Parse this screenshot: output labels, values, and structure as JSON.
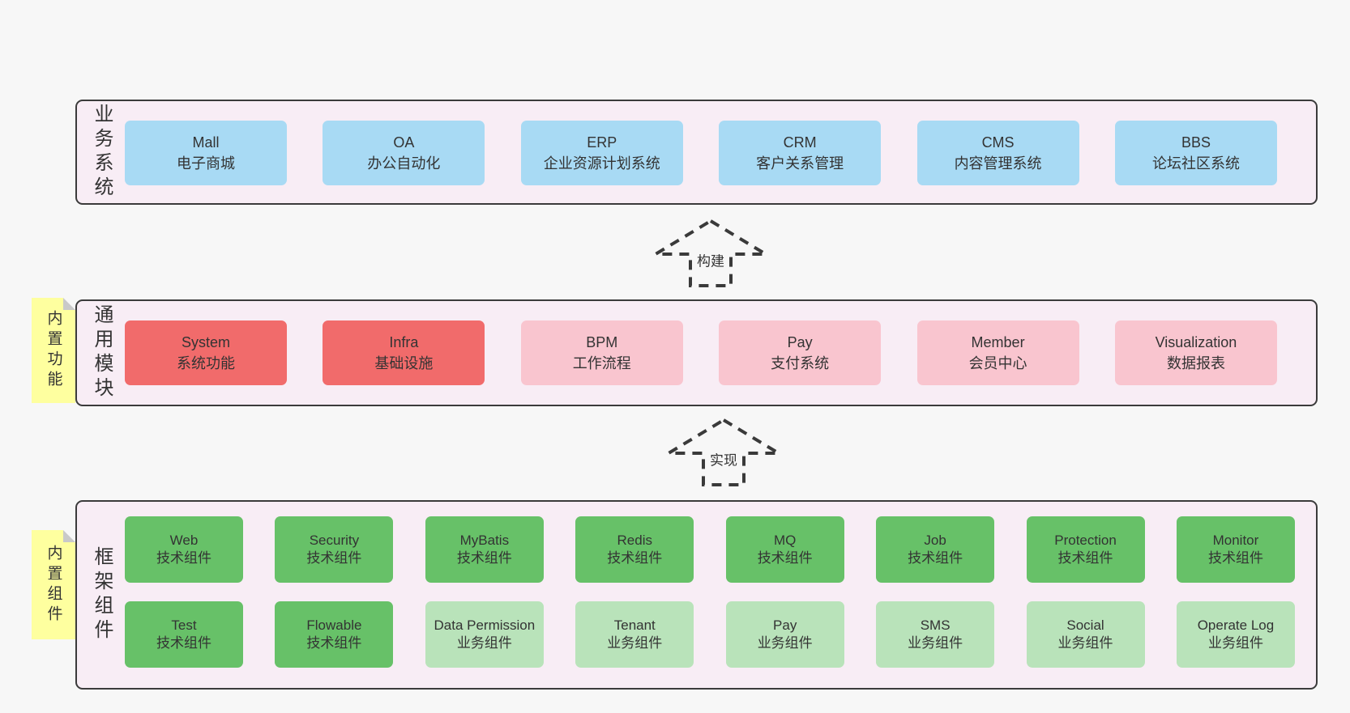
{
  "colors": {
    "page_bg": "#f7f7f7",
    "container_bg": "#f8edf5",
    "container_border": "#3b3b3b",
    "blue_box": "#a8daf4",
    "red_box": "#f16b6b",
    "pink_box": "#f9c5cf",
    "green_box": "#67c168",
    "light_green_box": "#b9e3ba",
    "sticky_yellow": "#feff9f",
    "sticky_fold": "#c9c9c9",
    "text": "#333333"
  },
  "business": {
    "label": "业务系统",
    "boxes": [
      {
        "name": "Mall",
        "sub": "电子商城"
      },
      {
        "name": "OA",
        "sub": "办公自动化"
      },
      {
        "name": "ERP",
        "sub": "企业资源计划系统"
      },
      {
        "name": "CRM",
        "sub": "客户关系管理"
      },
      {
        "name": "CMS",
        "sub": "内容管理系统"
      },
      {
        "name": "BBS",
        "sub": "论坛社区系统"
      }
    ]
  },
  "arrows": {
    "build": {
      "label": "构建"
    },
    "implement": {
      "label": "实现"
    }
  },
  "modules": {
    "label": "通用模块",
    "sticky": "内置功能",
    "boxes": [
      {
        "name": "System",
        "sub": "系统功能"
      },
      {
        "name": "Infra",
        "sub": "基础设施"
      },
      {
        "name": "BPM",
        "sub": "工作流程"
      },
      {
        "name": "Pay",
        "sub": "支付系统"
      },
      {
        "name": "Member",
        "sub": "会员中心"
      },
      {
        "name": "Visualization",
        "sub": "数据报表"
      }
    ]
  },
  "framework": {
    "label": "框架组件",
    "sticky": "内置组件",
    "row1": [
      {
        "name": "Web",
        "sub": "技术组件"
      },
      {
        "name": "Security",
        "sub": "技术组件"
      },
      {
        "name": "MyBatis",
        "sub": "技术组件"
      },
      {
        "name": "Redis",
        "sub": "技术组件"
      },
      {
        "name": "MQ",
        "sub": "技术组件"
      },
      {
        "name": "Job",
        "sub": "技术组件"
      },
      {
        "name": "Protection",
        "sub": "技术组件"
      },
      {
        "name": "Monitor",
        "sub": "技术组件"
      }
    ],
    "row2": [
      {
        "name": "Test",
        "sub": "技术组件"
      },
      {
        "name": "Flowable",
        "sub": "技术组件"
      },
      {
        "name": "Data Permission",
        "sub": "业务组件"
      },
      {
        "name": "Tenant",
        "sub": "业务组件"
      },
      {
        "name": "Pay",
        "sub": "业务组件"
      },
      {
        "name": "SMS",
        "sub": "业务组件"
      },
      {
        "name": "Social",
        "sub": "业务组件"
      },
      {
        "name": "Operate Log",
        "sub": "业务组件"
      }
    ]
  }
}
